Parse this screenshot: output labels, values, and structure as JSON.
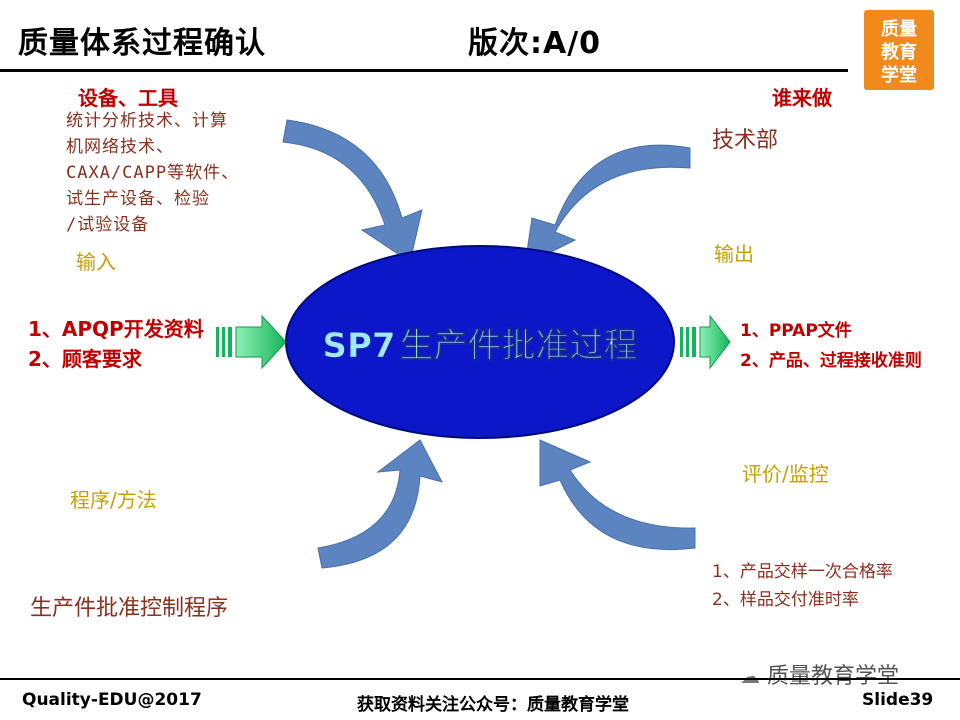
{
  "header": {
    "title": "质量体系过程确认",
    "version": "版次:A/0"
  },
  "logo": {
    "lines": [
      "质量",
      "教育",
      "学堂"
    ],
    "color": "#f08a1c"
  },
  "equipment": {
    "heading": "设备、工具",
    "lines": [
      "统计分析技术、计算",
      "机网络技术、",
      "CAXA/CAPP等软件、",
      "试生产设备、检验",
      "/试验设备"
    ]
  },
  "who": {
    "heading": "谁来做",
    "value": "技术部"
  },
  "input": {
    "label": "输入",
    "items": [
      "1、APQP开发资料",
      "2、顾客要求"
    ]
  },
  "output": {
    "label": "输出",
    "items": [
      "1、PPAP文件",
      "2、产品、过程接收准则"
    ]
  },
  "center": {
    "prefix": "SP7",
    "label": "生产件批准过程",
    "fill": "#0b17c9",
    "text_color": "#9fe8ff"
  },
  "method": {
    "label": "程序/方法",
    "value": "生产件批准控制程序"
  },
  "evaluation": {
    "label": "评价/监控",
    "items": [
      "1、产品交样一次合格率",
      "2、样品交付准时率"
    ]
  },
  "footer": {
    "left": "Quality-EDU@2017",
    "center": "获取资料关注公众号：质量教育学堂",
    "right": "Slide39",
    "watermark": "质量教育学堂"
  },
  "colors": {
    "arrow_blue": "#5b84c0",
    "arrow_green": "#1fbf6a"
  }
}
